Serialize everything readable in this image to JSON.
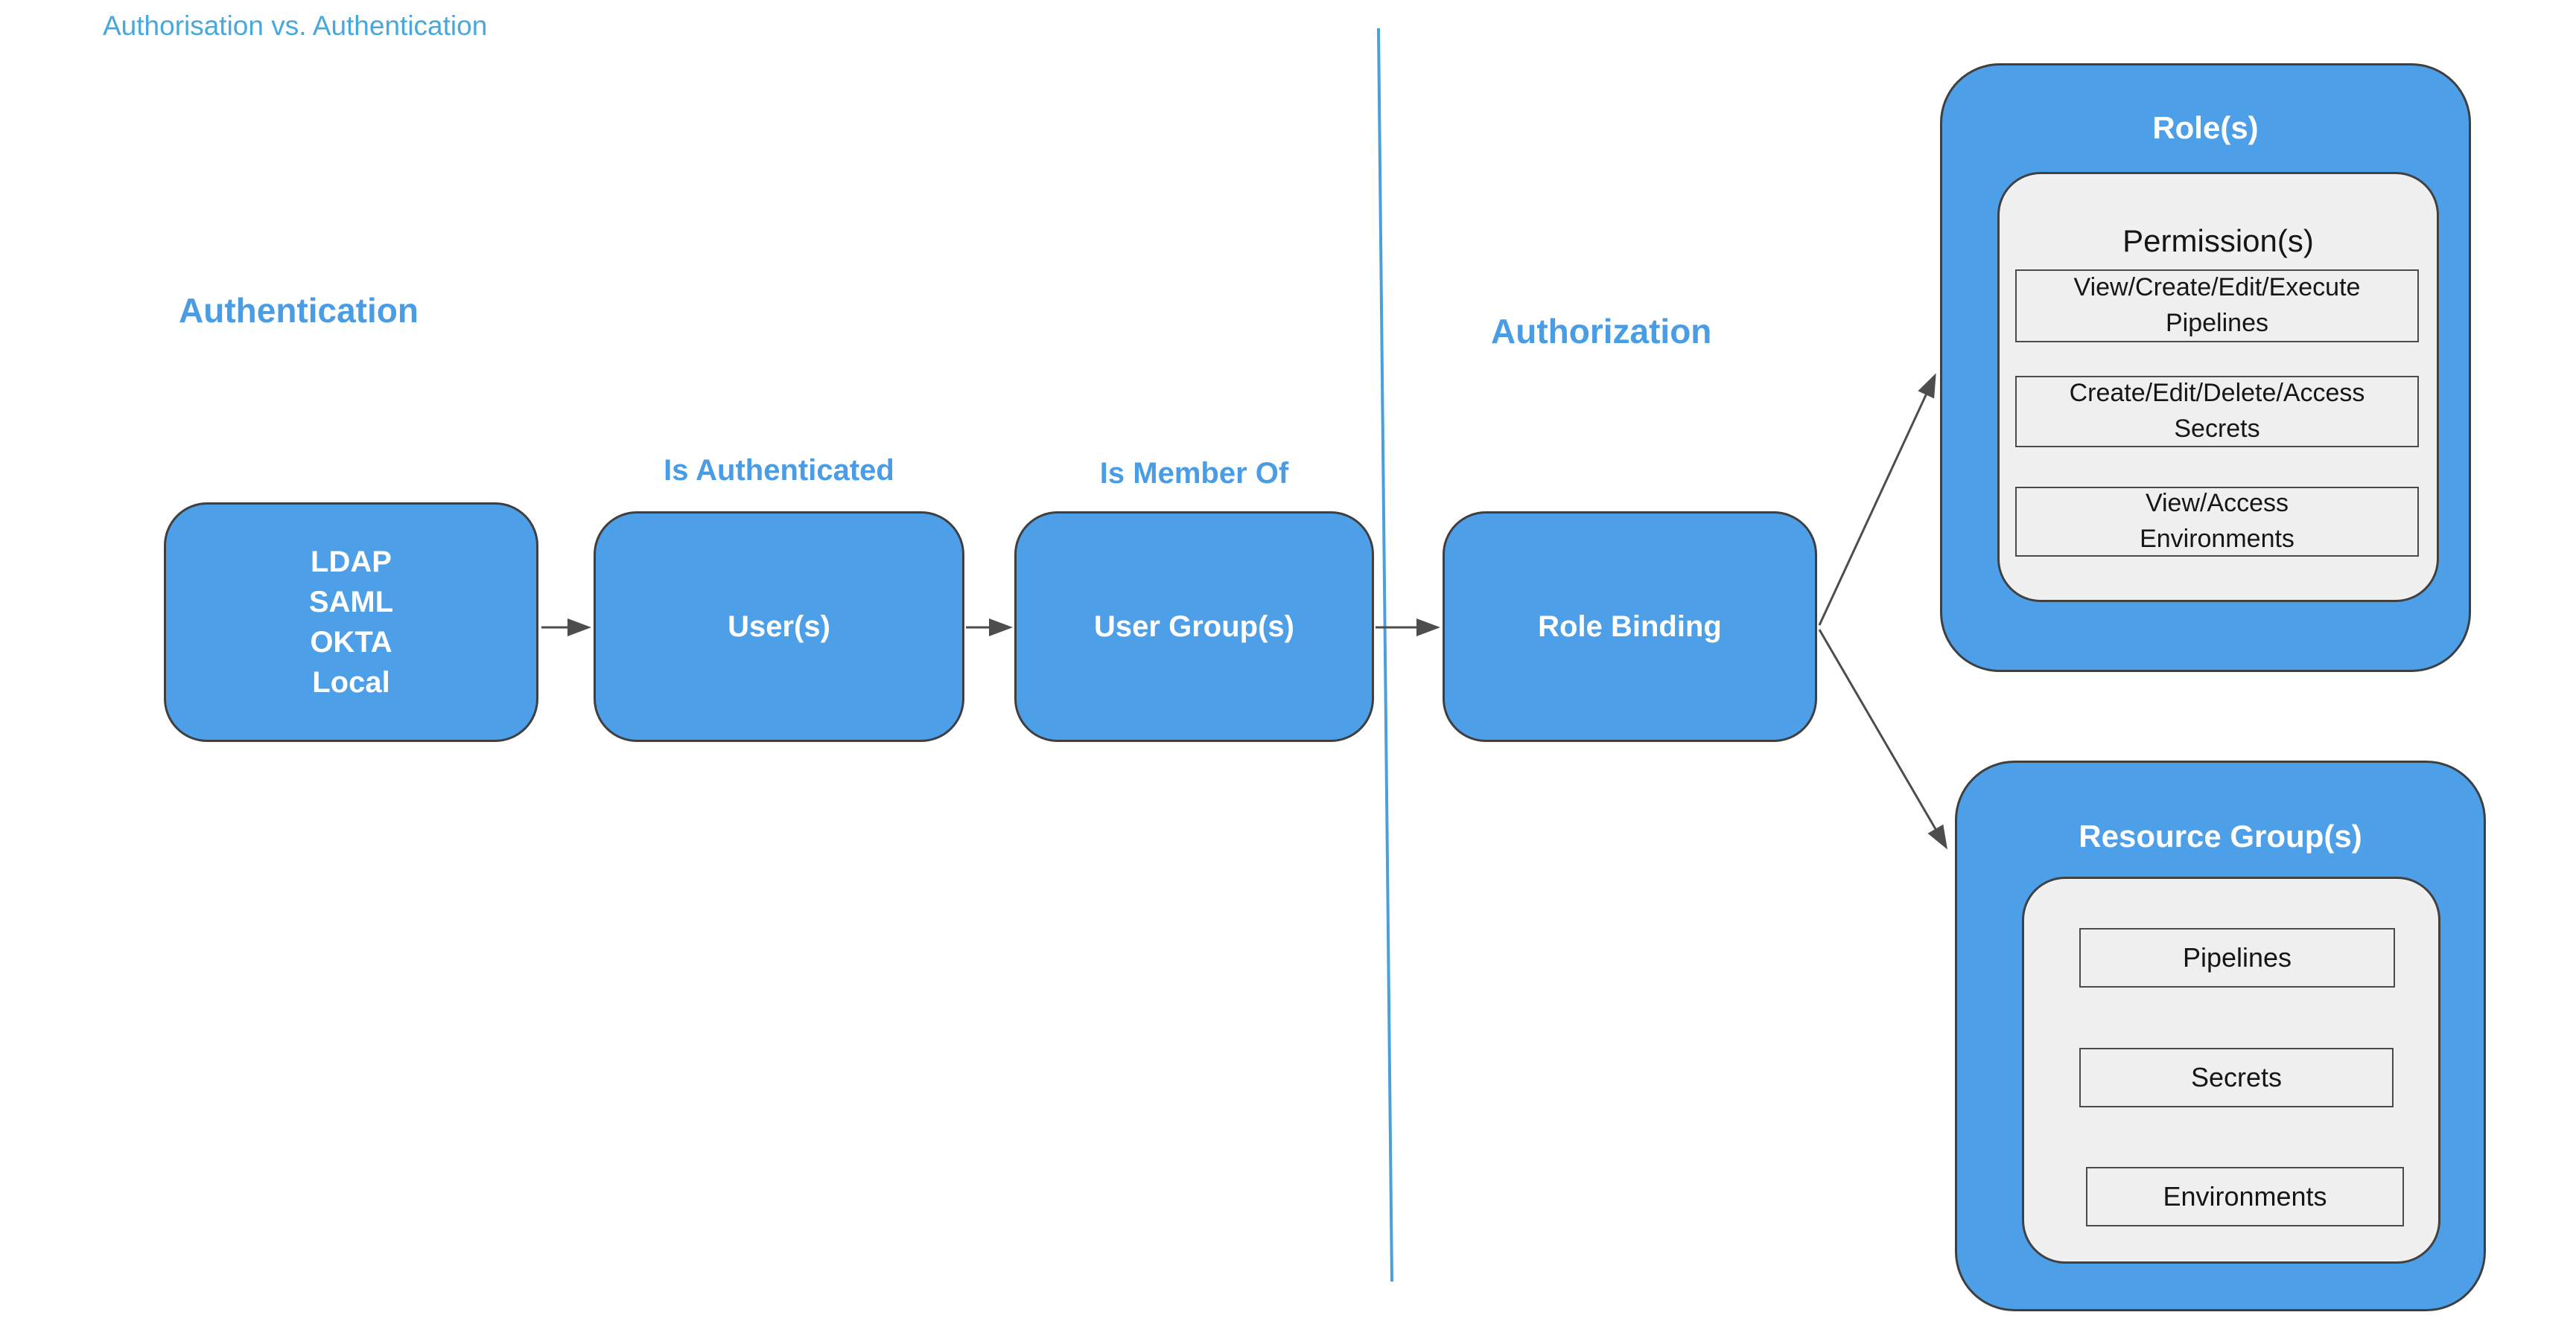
{
  "page": {
    "title": "Authorisation vs. Authentication"
  },
  "colors": {
    "node_blue": "#4d9fe8",
    "heading_blue": "#4a9ce4",
    "title_blue": "#46a8dd",
    "divider_blue": "#4aa0dc",
    "border_dark": "#3f3f3f",
    "panel_gray": "#f0f0f0",
    "item_gray": "#efefef",
    "arrow_gray": "#4d4d4d"
  },
  "sections": {
    "authentication": {
      "heading": "Authentication"
    },
    "authorization": {
      "heading": "Authorization"
    }
  },
  "flow": {
    "identity_providers": {
      "lines": [
        "LDAP",
        "SAML",
        "OKTA",
        "Local"
      ]
    },
    "users": {
      "label": "User(s)"
    },
    "user_groups": {
      "label": "User Group(s)"
    },
    "role_binding": {
      "label": "Role Binding"
    },
    "edge_labels": {
      "is_authenticated": "Is Authenticated",
      "is_member_of": "Is Member Of"
    }
  },
  "roles": {
    "title": "Role(s)",
    "permissions": {
      "title": "Permission(s)",
      "items": [
        "View/Create/Edit/Execute\nPipelines",
        "Create/Edit/Delete/Access\nSecrets",
        "View/Access\nEnvironments"
      ]
    }
  },
  "resource_groups": {
    "title": "Resource Group(s)",
    "items": [
      "Pipelines",
      "Secrets",
      "Environments"
    ]
  }
}
